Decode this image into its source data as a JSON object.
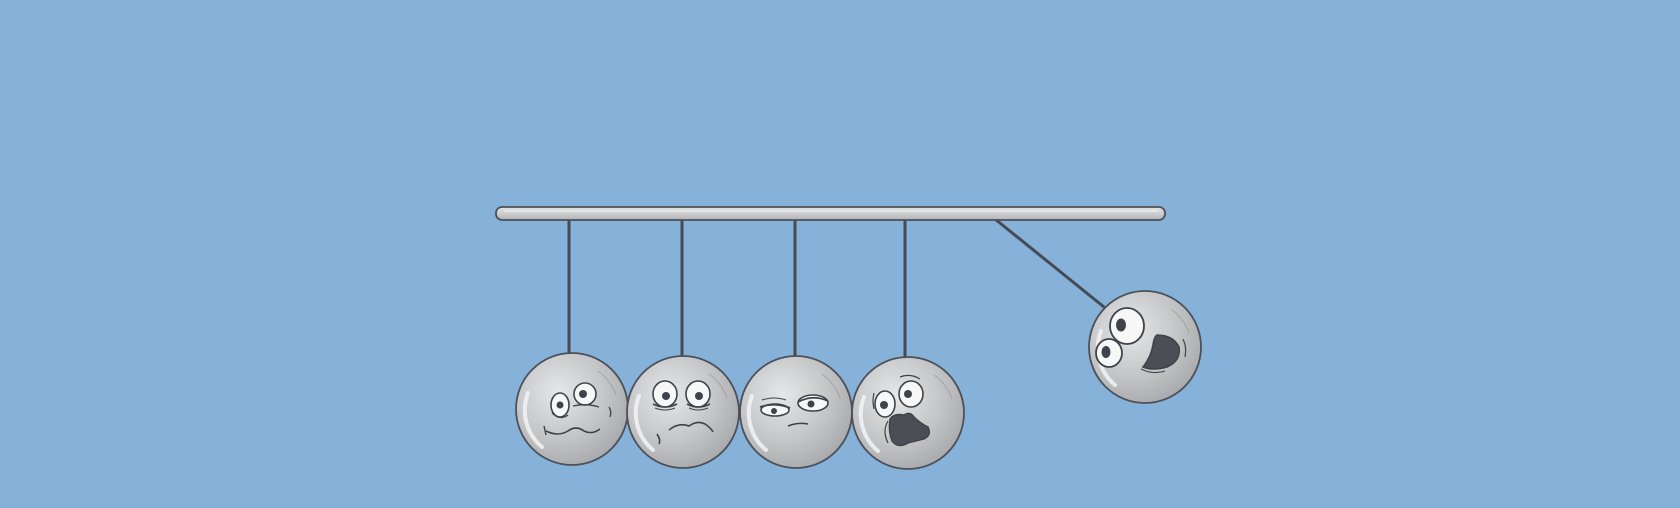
{
  "scene": {
    "subject": "newtons-cradle",
    "colors": {
      "background": "#86b1d8",
      "bar_fill": "#c7c8ca",
      "bar_highlight": "#e4e5e6",
      "outline": "#4d5058",
      "string": "#454a55",
      "ball_light": "#e6e7e9",
      "ball_mid": "#c4c5c7",
      "ball_dark": "#a3a4a7",
      "eye_white": "#f7f7f7",
      "pupil": "#3f4248",
      "mouth": "#4b4e54"
    },
    "balls": [
      {
        "name": "ball-1",
        "state": "resting",
        "expression": "dazed"
      },
      {
        "name": "ball-2",
        "state": "resting",
        "expression": "worried"
      },
      {
        "name": "ball-3",
        "state": "resting",
        "expression": "suspicious"
      },
      {
        "name": "ball-4",
        "state": "resting",
        "expression": "startled"
      },
      {
        "name": "ball-5",
        "state": "swinging",
        "expression": "gleeful"
      }
    ]
  }
}
